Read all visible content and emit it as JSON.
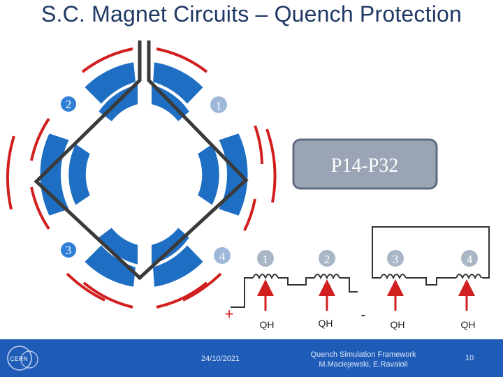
{
  "slide": {
    "title": "S.C. Magnet Circuits – Quench Protection",
    "tag_label": "P14-P32"
  },
  "magnet": {
    "quadrant_labels": [
      "2",
      "1",
      "3",
      "4"
    ]
  },
  "circuit": {
    "coil_labels": [
      "1",
      "2",
      "3",
      "4"
    ],
    "heater_labels": [
      "QH",
      "QH",
      "QH",
      "QH"
    ],
    "plus_sign": "+",
    "minus_sign": "-"
  },
  "footer": {
    "date": "24/10/2021",
    "credit_line1": "Quench Simulation Framework",
    "credit_line2": "M.Maciejewski, E.Ravaioli",
    "page": "10",
    "logo_text": "CERN"
  },
  "colors": {
    "title": "#1f3864",
    "coil_blue": "#1e6fc4",
    "heater_red": "#d11f1f",
    "wire": "#3a3a3a",
    "footer": "#1f5cb8",
    "badge_blue": "#2f80d6"
  }
}
